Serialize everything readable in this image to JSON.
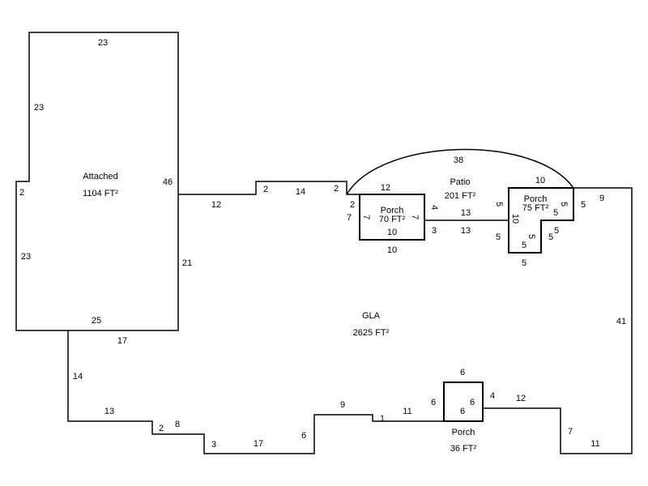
{
  "attached": {
    "name": "Attached",
    "area": "1104 FT²",
    "dims": [
      "23",
      "23",
      "2",
      "23",
      "46",
      "25"
    ]
  },
  "gla": {
    "name": "GLA",
    "area": "2625 FT²",
    "dims": [
      "12",
      "2",
      "14",
      "2",
      "2",
      "7",
      "21",
      "17",
      "14",
      "13",
      "2",
      "8",
      "3",
      "17",
      "6",
      "9",
      "1",
      "11",
      "6",
      "4",
      "12",
      "7",
      "11",
      "41",
      "9",
      "5"
    ]
  },
  "patio": {
    "name": "Patio",
    "area": "201 FT²",
    "dims": [
      "38",
      "12",
      "4",
      "13",
      "3",
      "13",
      "5",
      "5",
      "10"
    ]
  },
  "porch_70": {
    "name": "Porch",
    "area": "70 FT²",
    "dims": [
      "7",
      "7",
      "10",
      "10"
    ]
  },
  "porch_75": {
    "name": "Porch",
    "area": "75 FT²",
    "dims": [
      "5",
      "5",
      "10",
      "5",
      "5",
      "5",
      "5",
      "5"
    ]
  },
  "porch_36": {
    "name": "Porch",
    "area": "36 FT²",
    "dims": [
      "6",
      "6",
      "6"
    ]
  }
}
